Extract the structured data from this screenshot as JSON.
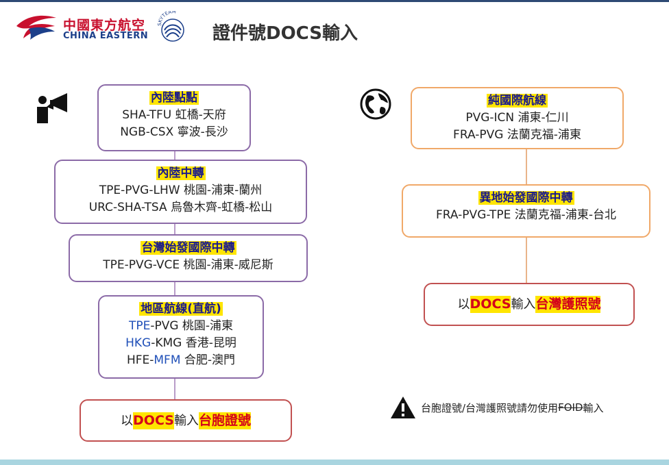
{
  "header": {
    "logo_cn": "中國東方航空",
    "logo_en": "CHINA EASTERN",
    "skyteam": "SKYTEAM",
    "title": "證件號DOCS輸入"
  },
  "left": {
    "icon": "megaphone-person-icon",
    "box1": {
      "title": "內陸點點",
      "line1": "SHA-TFU 虹橋-天府",
      "line2": "NGB-CSX 寧波-長沙"
    },
    "box2": {
      "title": "內陸中轉",
      "line1": "TPE-PVG-LHW 桃園-浦東-蘭州",
      "line2": "URC-SHA-TSA 烏魯木齊-虹橋-松山"
    },
    "box3": {
      "title": "台灣始發國際中轉",
      "line1": "TPE-PVG-VCE 桃園-浦東-威尼斯"
    },
    "box4": {
      "title": "地區航線(直航)",
      "row1": {
        "code_a": "TPE",
        "rest": "-PVG 桃園-浦東"
      },
      "row2": {
        "code_a": "HKG",
        "rest": "-KMG 香港-昆明"
      },
      "row3": {
        "prefix": "HFE-",
        "code_b": "MFM",
        "rest": " 合肥-澳門"
      }
    },
    "result": {
      "prefix": "以",
      "docs": "DOCS",
      "mid": "輸入",
      "id": "台胞證號"
    }
  },
  "right": {
    "icon": "globe-icon",
    "box1": {
      "title": "純國際航線",
      "line1": "PVG-ICN 浦東-仁川",
      "line2": "FRA-PVG 法蘭克福-浦東"
    },
    "box2": {
      "title": "異地始發國際中轉",
      "line1": "FRA-PVG-TPE 法蘭克福-浦東-台北"
    },
    "result": {
      "prefix": "以",
      "docs": "DOCS",
      "mid": "輸入",
      "id": "台灣護照號"
    }
  },
  "warning": {
    "icon": "warning-icon",
    "text": "台胞證號/台灣護照號請勿使用",
    "strike": "FOID",
    "suffix": "輸入"
  }
}
